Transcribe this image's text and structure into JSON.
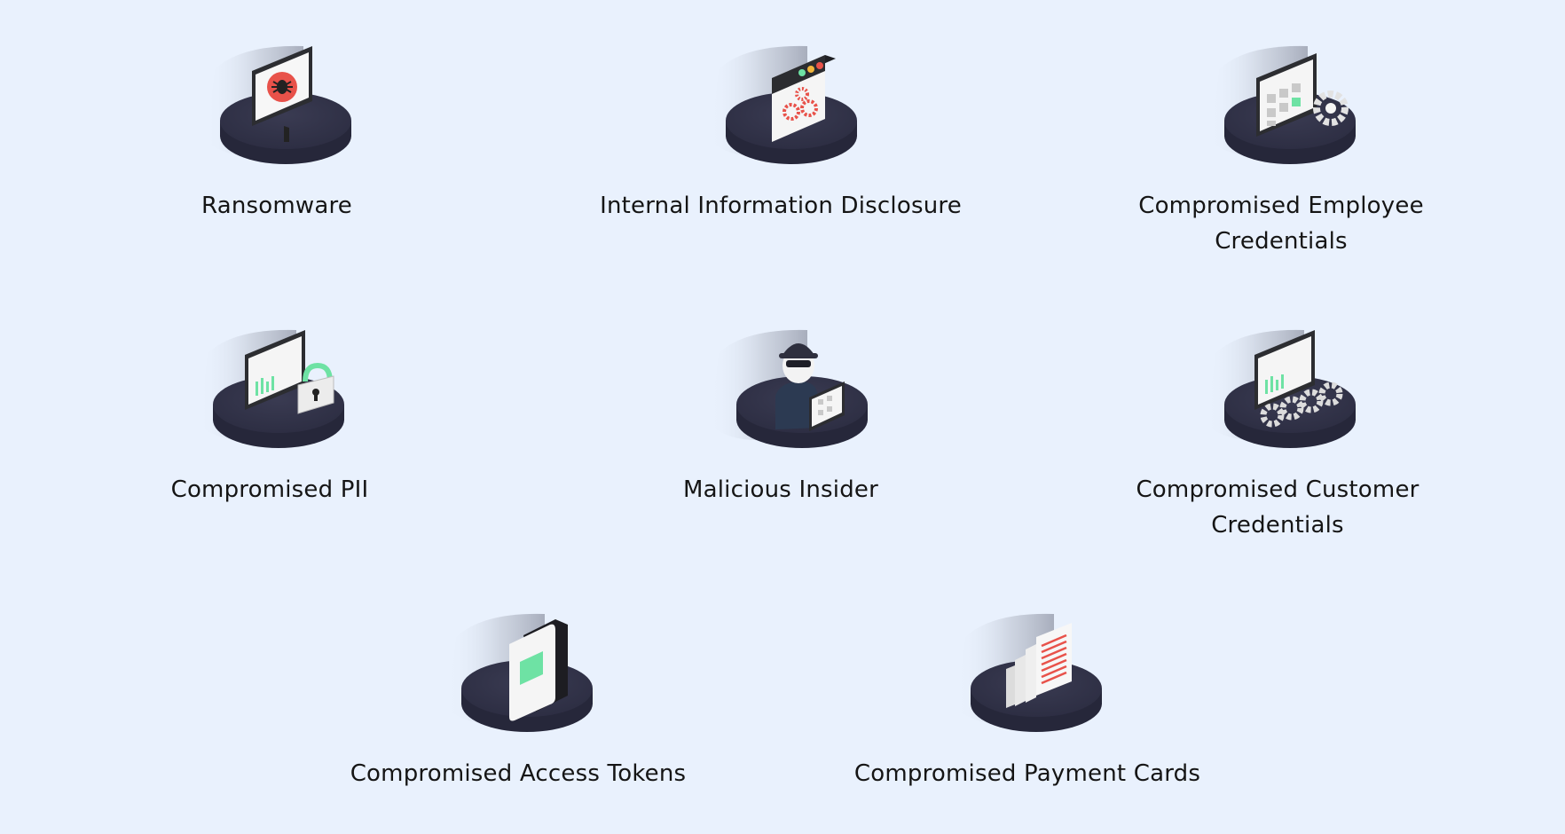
{
  "tiles": [
    {
      "label": "Ransomware",
      "icon": "ransomware-icon"
    },
    {
      "label": "Internal Information Disclosure",
      "icon": "internal-disclosure-icon"
    },
    {
      "label": "Compromised Employee Credentials",
      "icon": "employee-credentials-icon"
    },
    {
      "label": "Compromised PII",
      "icon": "pii-icon"
    },
    {
      "label": "Malicious Insider",
      "icon": "malicious-insider-icon"
    },
    {
      "label": "Compromised Customer Credentials",
      "icon": "customer-credentials-icon"
    },
    {
      "label": "Compromised Access Tokens",
      "icon": "access-tokens-icon"
    },
    {
      "label": "Compromised Payment Cards",
      "icon": "payment-cards-icon"
    }
  ],
  "colors": {
    "background": "#e9f1fd",
    "platform": "#33344a",
    "platform_edge": "#27283a",
    "accent_red": "#e8524a",
    "accent_green": "#6ee2a4",
    "screen_frame": "#2f3034"
  }
}
